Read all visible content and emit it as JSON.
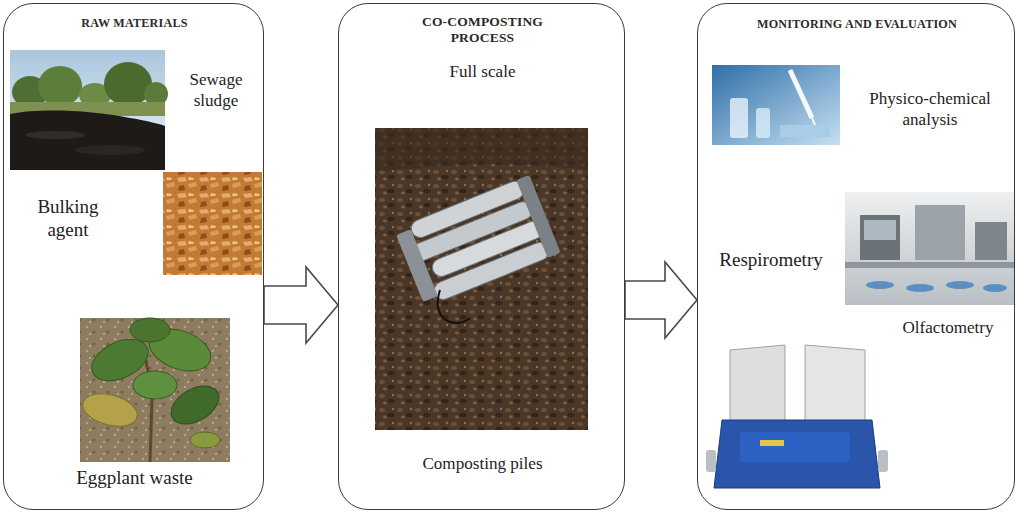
{
  "diagram": {
    "nodes": [
      {
        "text": [
          "RAW MATERIALS",
          "Sewage sludge",
          "Bulking agent",
          "Eggplant waste"
        ]
      },
      {
        "text": [
          "CO-COMPOSTING PROCESS",
          "Full scale",
          "Composting piles"
        ]
      },
      {
        "text": [
          "MONITORING AND EVALUATION",
          "Physico-chemical analysis",
          "Respirometry",
          "Olfactometry"
        ]
      }
    ],
    "edges": [
      {
        "from": 0,
        "to": 1,
        "arrow": "to"
      },
      {
        "from": 1,
        "to": 2,
        "arrow": "to"
      }
    ]
  }
}
